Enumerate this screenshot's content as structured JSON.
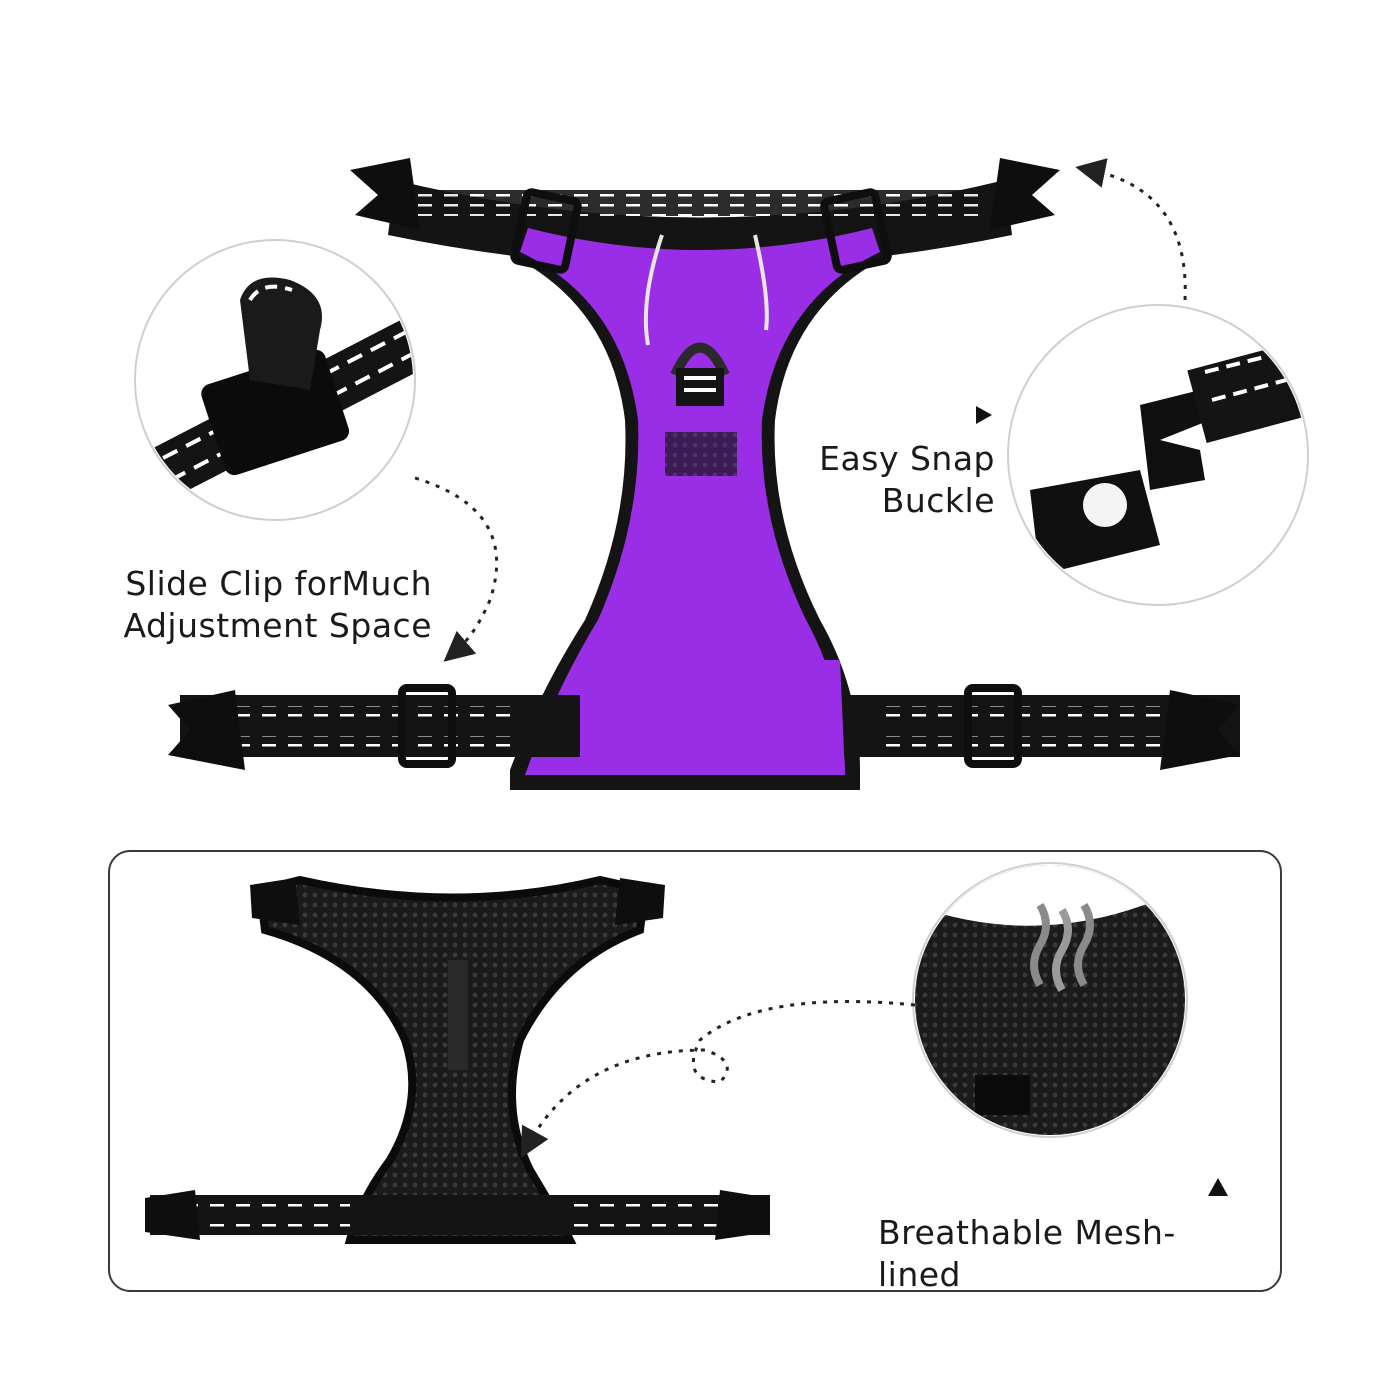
{
  "labels": {
    "slide_clip_line1": "Slide Clip forMuch",
    "slide_clip_line2": "Adjustment Space",
    "snap_buckle_line1": "Easy Snap",
    "snap_buckle_line2": "Buckle",
    "mesh_lined": "Breathable Mesh-lined"
  },
  "colors": {
    "harness_fabric": "#9a2ee6",
    "strap": "#141414",
    "reflective_stitch": "#ffffff",
    "frame_border": "#3a3a3a"
  },
  "icons": [
    "triangle-pointer-icon",
    "dotted-arrow-icon"
  ]
}
